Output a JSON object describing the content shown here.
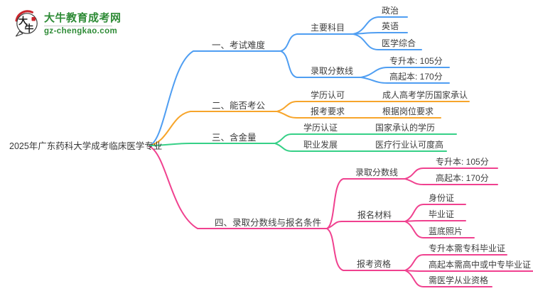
{
  "logo": {
    "icon_char_1": "大",
    "icon_char_2": "牛",
    "site_name": "大牛教育成考网",
    "site_url": "gz-chengkao.com"
  },
  "colors": {
    "branch_blue": "#4f9ef2",
    "branch_orange": "#f7a52b",
    "branch_green": "#36d087",
    "branch_pink": "#f0418f",
    "logo_green": "#2e8b36",
    "logo_red": "#c9252c",
    "text": "#3d3d3d"
  },
  "mindmap": {
    "root": "2025年广东药科大学成考临床医学专业",
    "branches": [
      {
        "label": "一、考试难度",
        "color": "#4f9ef2",
        "children": [
          {
            "label": "主要科目",
            "children": [
              {
                "label": "政治"
              },
              {
                "label": "英语"
              },
              {
                "label": "医学综合"
              }
            ]
          },
          {
            "label": "录取分数线",
            "children": [
              {
                "label": "专升本: 105分"
              },
              {
                "label": "高起本: 170分"
              }
            ]
          }
        ]
      },
      {
        "label": "二、能否考公",
        "color": "#f7a52b",
        "children": [
          {
            "label": "学历认可",
            "children": [
              {
                "label": "成人高考学历国家承认"
              }
            ]
          },
          {
            "label": "报考要求",
            "children": [
              {
                "label": "根据岗位要求"
              }
            ]
          }
        ]
      },
      {
        "label": "三、含金量",
        "color": "#36d087",
        "children": [
          {
            "label": "学历认证",
            "children": [
              {
                "label": "国家承认的学历"
              }
            ]
          },
          {
            "label": "职业发展",
            "children": [
              {
                "label": "医疗行业认可度高"
              }
            ]
          }
        ]
      },
      {
        "label": "四、录取分数线与报名条件",
        "color": "#f0418f",
        "children": [
          {
            "label": "录取分数线",
            "children": [
              {
                "label": "专升本: 105分"
              },
              {
                "label": "高起本: 170分"
              }
            ]
          },
          {
            "label": "报名材料",
            "children": [
              {
                "label": "身份证"
              },
              {
                "label": "毕业证"
              },
              {
                "label": "蓝底照片"
              }
            ]
          },
          {
            "label": "报考资格",
            "children": [
              {
                "label": "专升本需专科毕业证"
              },
              {
                "label": "高起本需高中或中专毕业证"
              },
              {
                "label": "需医学从业资格"
              }
            ]
          }
        ]
      }
    ]
  }
}
